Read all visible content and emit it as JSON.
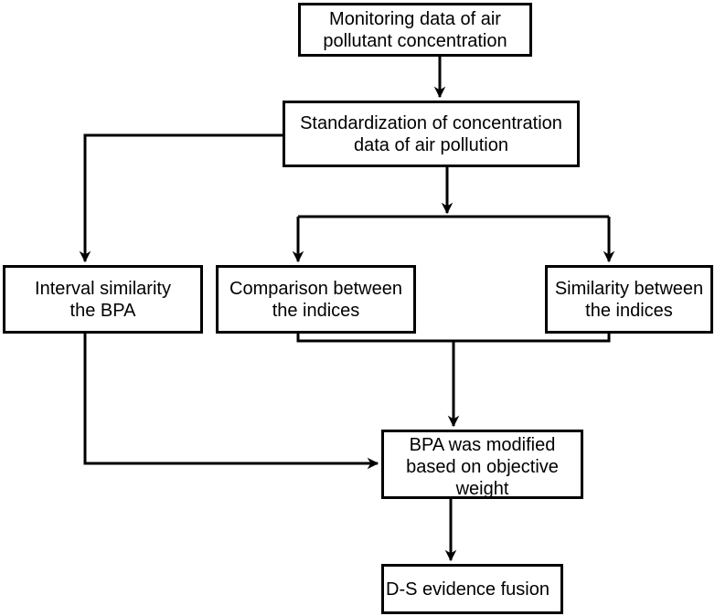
{
  "nodes": {
    "monitoring": "Monitoring data of air\npollutant concentration",
    "standardization": "Standardization of concentration\ndata of air pollution",
    "interval_similarity": "Interval similarity\nthe BPA",
    "comparison": "Comparison between\nthe indices",
    "similarity": "Similarity between\nthe indices",
    "bpa_modified": "BPA was modified\nbased on objective\nweight",
    "ds_fusion": "D-S evidence fusion"
  },
  "colors": {
    "line": "#000000",
    "box_border": "#000000",
    "background": "#ffffff"
  }
}
